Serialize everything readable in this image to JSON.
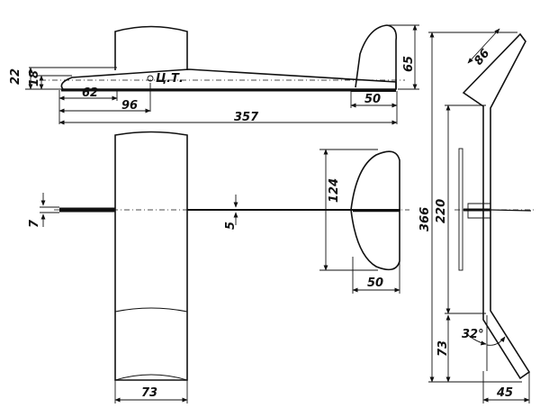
{
  "drawing": {
    "cg_label": "Ц.Т.",
    "side_view": {
      "dims": {
        "height_22": "22",
        "height_18": "18",
        "length_62": "62",
        "length_96": "96",
        "length_357": "357",
        "tail_65": "65",
        "tail_50": "50"
      }
    },
    "plan_view": {
      "dims": {
        "nose_width_7": "7",
        "boom_width_5": "5",
        "stab_span_124": "124",
        "stab_chord_50": "50",
        "wing_chord_73": "73"
      }
    },
    "front_view": {
      "dims": {
        "tip_length_86": "86",
        "total_span_366": "366",
        "center_span_220": "220",
        "tip_height_73": "73",
        "dihedral_angle": "32°",
        "tip_width_45": "45"
      }
    }
  }
}
